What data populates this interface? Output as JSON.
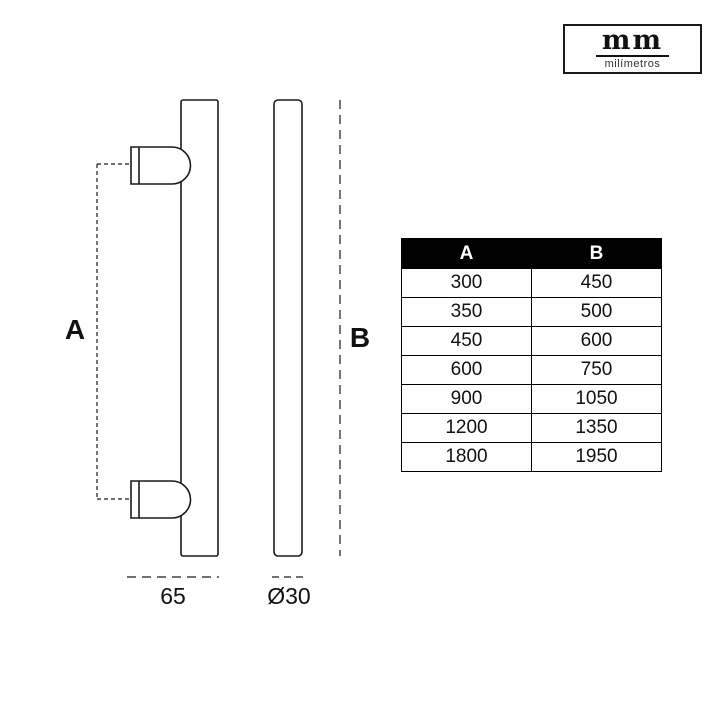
{
  "logo": {
    "text": "mm",
    "subtext": "milímetros"
  },
  "diagram": {
    "side_view": {
      "dimension_label": "A",
      "base_width_label": "65"
    },
    "front_view": {
      "dimension_label": "B",
      "diameter_label": "Ø30"
    }
  },
  "table": {
    "headers": {
      "a": "A",
      "b": "B"
    },
    "rows": [
      {
        "a": "300",
        "b": "450"
      },
      {
        "a": "350",
        "b": "500"
      },
      {
        "a": "450",
        "b": "600"
      },
      {
        "a": "600",
        "b": "750"
      },
      {
        "a": "900",
        "b": "1050"
      },
      {
        "a": "1200",
        "b": "1350"
      },
      {
        "a": "1800",
        "b": "1950"
      }
    ]
  }
}
